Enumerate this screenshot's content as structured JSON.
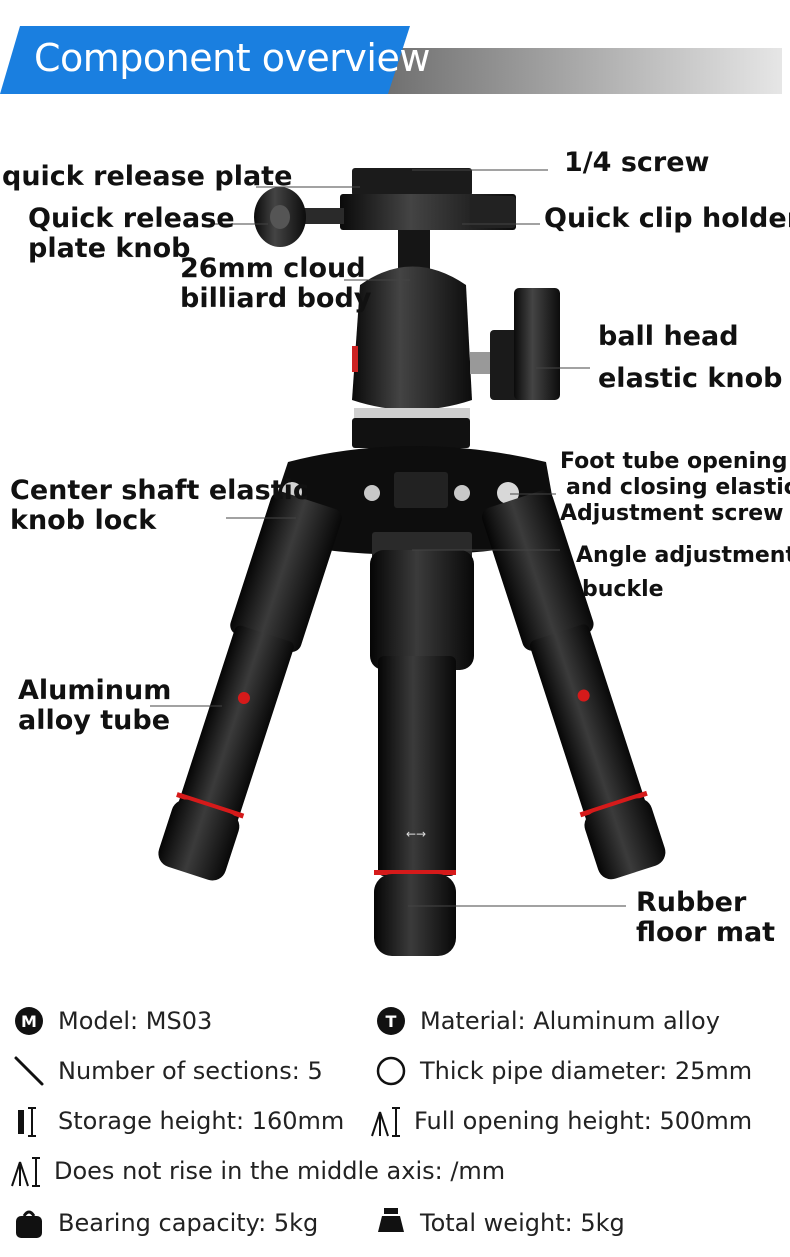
{
  "header": {
    "title": "Component overview",
    "accent": "#1a7fe0"
  },
  "callouts": {
    "quick_release_plate": "quick release plate",
    "quarter_screw": "1/4 screw",
    "qr_knob_line1": "Quick release",
    "qr_knob_line2": "plate knob",
    "quick_clip_holder": "Quick clip holder",
    "cloud_line1": "26mm cloud",
    "cloud_line2": "billiard body",
    "ball_knob_line1": "ball head",
    "ball_knob_line2": "elastic knob",
    "center_line1": "Center shaft elastic",
    "center_line2": "knob lock",
    "foot_line1": "Foot tube opening",
    "foot_line2": "and closing elastic",
    "foot_line3": "Adjustment screw",
    "angle_line1": "Angle adjustment",
    "angle_line2": "buckle",
    "alu_line1": "Aluminum",
    "alu_line2": "alloy tube",
    "rubber_line1": "Rubber",
    "rubber_line2": "floor mat"
  },
  "specs": [
    {
      "icon": "model-m-icon",
      "text": "Model: MS03"
    },
    {
      "icon": "material-t-icon",
      "text": "Material: Aluminum alloy"
    },
    {
      "icon": "sections-icon",
      "text": "Number of sections: 5"
    },
    {
      "icon": "diameter-circle-icon",
      "text": "Thick pipe diameter: 25mm"
    },
    {
      "icon": "storage-height-icon",
      "text": "Storage height: 160mm"
    },
    {
      "icon": "full-height-icon",
      "text": "Full opening height: 500mm"
    },
    {
      "icon": "middle-axis-icon",
      "text": "Does not rise in the middle axis: /mm"
    },
    {
      "icon": "bearing-weight-icon",
      "text": "Bearing capacity: 5kg"
    },
    {
      "icon": "total-weight-icon",
      "text": "Total weight: 5kg"
    }
  ]
}
